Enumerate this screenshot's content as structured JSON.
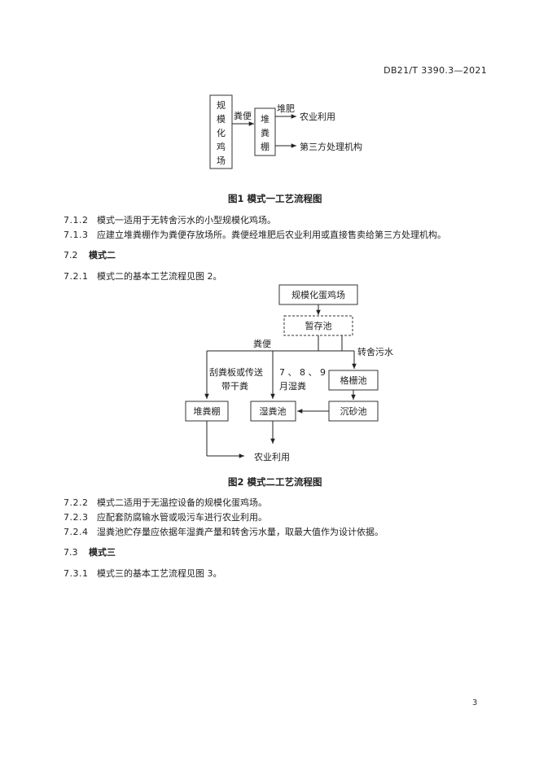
{
  "header": {
    "standard_code": "DB21/T 3390.3—2021"
  },
  "figure1": {
    "nodes": {
      "source": [
        "规",
        "模",
        "化",
        "鸡",
        "场"
      ],
      "shed": [
        "堆",
        "粪",
        "棚"
      ]
    },
    "labels": {
      "manure": "粪便",
      "compost": "堆肥",
      "agri": "农业利用",
      "third_party": "第三方处理机构"
    },
    "caption": "图1   模式一工艺流程图"
  },
  "clauses_a": [
    {
      "num": "7.1.2",
      "text": "模式一适用于无转舍污水的小型规模化鸡场。"
    },
    {
      "num": "7.1.3",
      "text": "应建立堆粪棚作为粪便存放场所。粪便经堆肥后农业利用或直接售卖给第三方处理机构。"
    }
  ],
  "section_72": {
    "num": "7.2",
    "title": "模式二"
  },
  "clause_721": {
    "num": "7.2.1",
    "text": "模式二的基本工艺流程见图 2。"
  },
  "figure2": {
    "nodes": {
      "farm": "规模化蛋鸡场",
      "temp_pool": "暂存池",
      "grate_pool": "格栅池",
      "sand_pool": "沉砂池",
      "manure_shed": "堆粪棚",
      "wet_pool": "湿粪池"
    },
    "labels": {
      "manure": "粪便",
      "wastewater": "转舍污水",
      "scraper_line1": "刮粪板或传送",
      "scraper_line2": "带干粪",
      "months_line1": "7 、 8 、 9",
      "months_line2": "月湿粪",
      "agri": "农业利用"
    },
    "caption": "图2   模式二工艺流程图"
  },
  "clauses_b": [
    {
      "num": "7.2.2",
      "text": "模式二适用于无温控设备的规模化蛋鸡场。"
    },
    {
      "num": "7.2.3",
      "text": "应配套防腐输水管或吸污车进行农业利用。"
    },
    {
      "num": "7.2.4",
      "text": "湿粪池贮存量应依据年湿粪产量和转舍污水量，取最大值作为设计依据。"
    }
  ],
  "section_73": {
    "num": "7.3",
    "title": "模式三"
  },
  "clause_731": {
    "num": "7.3.1",
    "text": "模式三的基本工艺流程见图 3。"
  },
  "page_number": "3"
}
